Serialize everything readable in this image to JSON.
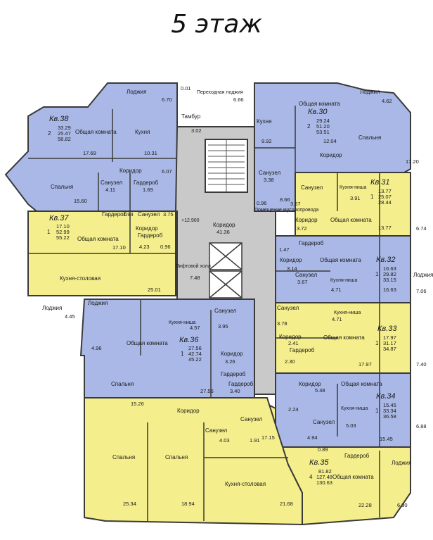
{
  "title": "5 этаж",
  "colors": {
    "blue_apartment": "#a9b8e6",
    "yellow_apartment": "#f4ee8c",
    "core": "#c9c9c9",
    "walls": "#3a3a3a"
  },
  "apartments": [
    {
      "id": "kv38",
      "label": "Кв.38",
      "rooms": "2",
      "areas": [
        "33.29",
        "25.47",
        "58.82"
      ]
    },
    {
      "id": "kv30",
      "label": "Кв.30",
      "rooms": "2",
      "areas": [
        "29.24",
        "51.20",
        "53.51"
      ]
    },
    {
      "id": "kv31",
      "label": "Кв.31",
      "rooms": "1",
      "areas": [
        "13.77",
        "25.07",
        "28.44"
      ]
    },
    {
      "id": "kv37",
      "label": "Кв.37",
      "rooms": "1",
      "areas": [
        "17.10",
        "52.99",
        "55.22"
      ]
    },
    {
      "id": "kv32",
      "label": "Кв.32",
      "rooms": "1",
      "areas": [
        "16.63",
        "29.82",
        "33.15"
      ]
    },
    {
      "id": "kv36",
      "label": "Кв.36",
      "rooms": "1",
      "areas": [
        "27.56",
        "42.74",
        "45.22"
      ]
    },
    {
      "id": "kv33",
      "label": "Кв.33",
      "rooms": "1",
      "areas": [
        "17.97",
        "31.17",
        "34.87"
      ]
    },
    {
      "id": "kv34",
      "label": "Кв.34",
      "rooms": "1",
      "areas": [
        "15.45",
        "33.34",
        "36.58"
      ]
    },
    {
      "id": "kv35",
      "label": "Кв.35",
      "rooms": "4",
      "areas": [
        "81.82",
        "127.48",
        "130.63"
      ]
    }
  ],
  "labels": {
    "loggia_top": "Лоджия",
    "loggia_top_area": "6.70",
    "transition_loggia": "Переходная лоджия",
    "trans_a": "0.01",
    "trans_b": "6.66",
    "loggia_top_right": "Лоджия",
    "loggia_top_right_area": "4.62",
    "kv38_common": "Общая комната",
    "kv38_common_area": "17.69",
    "kv38_kitchen": "Кухня",
    "kv38_kitchen_area": "10.31",
    "kv38_corridor": "Коридор",
    "kv38_corridor_area": "6.07",
    "kv38_bedroom": "Спальня",
    "kv38_bedroom_area": "15.60",
    "kv38_bath": "Санузел",
    "kv38_bath_area": "4.11",
    "kv38_wardrobe": "Гардероб",
    "kv38_wardrobe_area": "1.69",
    "vestibule": "Тамбур",
    "vestibule_area": "3.02",
    "kv30_kitchen": "Кухня",
    "kv30_kitchen_area": "9.92",
    "kv30_common": "Общая комната",
    "kv30_bedroom": "Спальня",
    "kv30_bedroom_area": "12.04",
    "kv30_corridor": "Коридор",
    "kv30_corridor_area": "8.66",
    "kv30_bath": "Санузел",
    "kv30_bath_area": "3.38",
    "area_0_96": "0.96",
    "loggia_right_area": "17.20",
    "kv31_bath": "Санузел",
    "kv31_bath_area": "3.67",
    "kv31_niche": "Кухня-ниша",
    "kv31_niche_area": "3.91",
    "kv31_common": "Общая комната",
    "kv31_common_area": "13.77",
    "kv31_corridor": "Коридор",
    "kv31_corridor_area": "3.72",
    "kv31_loggia": "Лоджия",
    "kv31_loggia_area": "6.74",
    "garbage_room": "Помещение мусоропровода",
    "level_mark": "+12.900",
    "corridor_main": "Коридор",
    "corridor_main_area": "41.36",
    "kv37_wardrobe": "Гардероб",
    "kv37_wardrobe_area": "1.94",
    "kv37_bath": "Санузел",
    "kv37_bath_area": "3.75",
    "kv37_corridor": "Коридор",
    "kv37_corridor_area": "4.23",
    "kv37_wardrobe2": "Гардероб",
    "kv37_wardrobe2_area": "0.96",
    "kv37_common": "Общая комната",
    "kv37_common_area": "17.10",
    "kv37_kitchen": "Кухня-столовая",
    "kv37_kitchen_area": "25.01",
    "kv37_loggia": "Лоджия",
    "kv37_loggia_area": "4.45",
    "lift_hall": "Лифтовой холл",
    "lift_hall_area": "7.48",
    "kv32_wardrobe": "Гардероб",
    "kv32_wardrobe_area": "1.47",
    "kv32_corridor": "Коридор",
    "kv32_corridor_area": "3.14",
    "kv32_common": "Общая комната",
    "kv32_common_area": "16.63",
    "kv32_bath": "Санузел",
    "kv32_bath_area": "3.67",
    "kv32_niche": "Кухня-ниша",
    "kv32_niche_area": "4.71",
    "kv32_loggia": "Лоджия",
    "kv32_loggia_area": "7.06",
    "kv36_loggia": "Лоджия",
    "kv36_loggia_area": "4.96",
    "kv36_niche": "Кухня-ниша",
    "kv36_niche_area": "4.57",
    "kv36_bath": "Санузел",
    "kv36_bath_area": "3.95",
    "kv36_common": "Общая комната",
    "kv36_common_area": "27.56",
    "kv36_corridor": "Коридор",
    "kv36_corridor_area": "3.26",
    "kv36_wardrobe": "Гардероб",
    "kv36_wardrobe_area": "3.40",
    "kv33_bath": "Санузел",
    "kv33_bath_area": "3.78",
    "kv33_niche": "Кухня-ниша",
    "kv33_niche_area": "4.71",
    "kv33_corridor": "Коридор",
    "kv33_corridor_area": "2.41",
    "kv33_wardrobe": "Гардероб",
    "kv33_wardrobe_area": "2.30",
    "kv33_common": "Общая комната",
    "kv33_common_area": "17.97",
    "kv33_loggia": "Лоджия",
    "kv33_loggia_area": "7.40",
    "kv35_bedroom1": "Спальня",
    "kv35_bedroom1_area": "15.26",
    "kv35_corridor": "Коридор",
    "kv35_corridor_area": "17.15",
    "kv35_wardrobe_mid": "Гардероб",
    "kv35_bath1": "Санузел",
    "kv35_bath1_area": "4.03",
    "kv35_bath2": "Санузел",
    "kv35_bath2_area": "1.91",
    "kv35_bedroom2": "Спальня",
    "kv35_bedroom2_area": "25.34",
    "kv35_bedroom3": "Спальня",
    "kv35_bedroom3_area": "18.94",
    "kv35_kitchen": "Кухня-столовая",
    "kv35_kitchen_area": "21.68",
    "kv35_wardrobe": "Гардероб",
    "kv35_wardrobe_area": "0.89",
    "kv35_common": "Общая комната",
    "kv35_common_area": "22.28",
    "kv35_loggia": "Лоджия",
    "kv35_loggia_area": "6.30",
    "kv35_area_2_24": "2.24",
    "kv34_corridor": "Коридор",
    "kv34_corridor_area": "5.48",
    "kv34_common": "Общая комната",
    "kv34_common_area": "15.45",
    "kv34_bath": "Санузел",
    "kv34_bath_area": "4.94",
    "kv34_niche": "Кухня-ниша",
    "kv34_niche_area": "5.03",
    "kv34_loggia": "Лоджия",
    "kv34_loggia_area": "6.88"
  }
}
